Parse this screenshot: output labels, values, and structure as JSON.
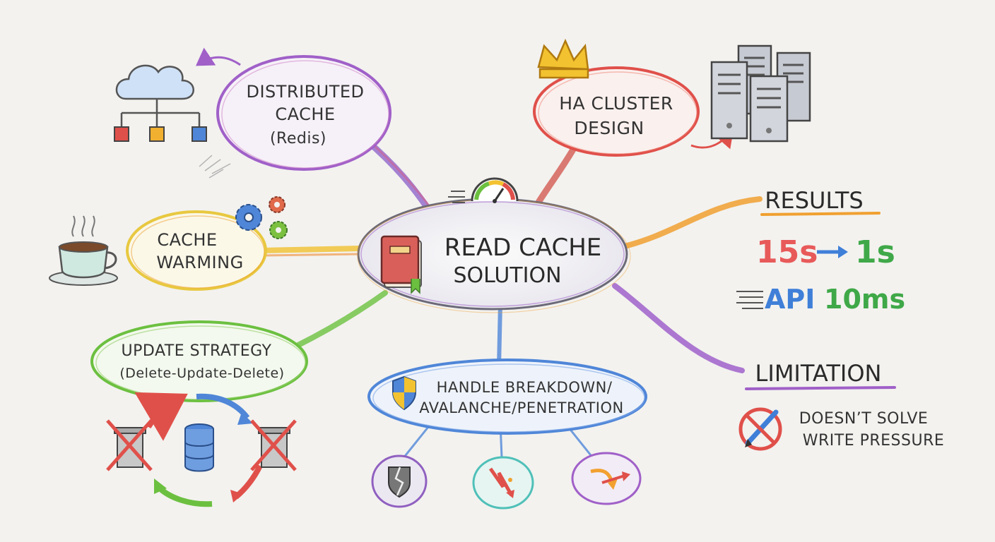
{
  "center": {
    "line1": "READ CACHE",
    "line2": "SOLUTION"
  },
  "distributed_cache": {
    "line1": "DISTRIBUTED",
    "line2": "CACHE",
    "line3": "(Redis)"
  },
  "ha_cluster": {
    "line1": "HA CLUSTER",
    "line2": "DESIGN"
  },
  "cache_warming": {
    "line1": "CACHE",
    "line2": "WARMING"
  },
  "update_strategy": {
    "line1": "UPDATE STRATEGY",
    "line2": "(Delete-Update-Delete)"
  },
  "handle": {
    "line1": "HANDLE BREAKDOWN/",
    "line2": "AVALANCHE/PENETRATION"
  },
  "results": {
    "title": "RESULTS",
    "from": "15s",
    "to": "1s",
    "api_label": "API",
    "api_value": "10ms"
  },
  "limitation": {
    "title": "LIMITATION",
    "line1": "DOESN’T SOLVE",
    "line2": "WRITE PRESSURE"
  },
  "colors": {
    "purple": "#a060c8",
    "red": "#e0504a",
    "yellow": "#e8c840",
    "orange": "#f0a030",
    "green": "#6cc040",
    "blue": "#4f86d8",
    "teal": "#4fc0b8",
    "gold": "#f2c230",
    "result_red": "#e85a5a",
    "result_green": "#3fa848",
    "result_blue": "#3f7fd8"
  }
}
